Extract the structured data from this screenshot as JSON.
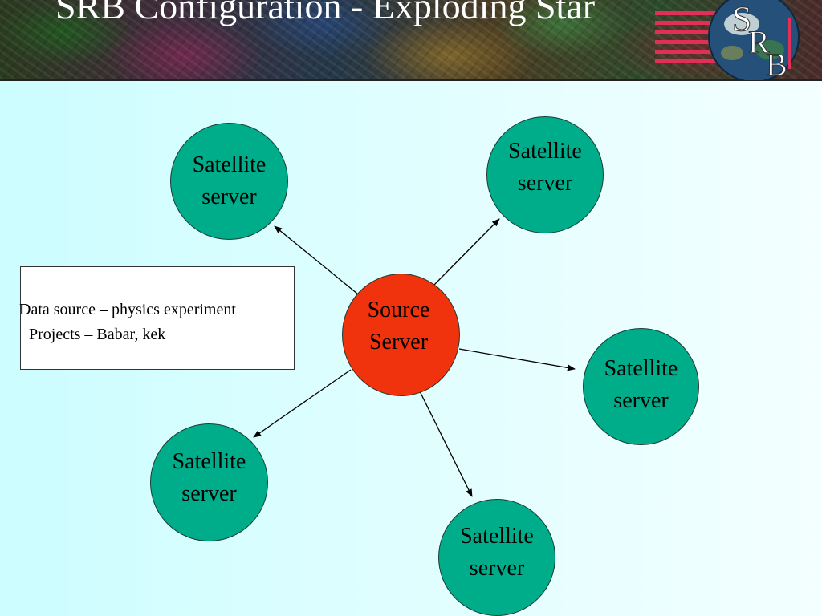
{
  "slide": {
    "title": "SRB Configuration - Exploding Star",
    "logo_letters": [
      "S",
      "R",
      "B"
    ]
  },
  "info_box": {
    "lines": [
      "Data source – physics experiment",
      "Projects – Babar, kek"
    ]
  },
  "source_node": {
    "lines": [
      "Source",
      "Server"
    ],
    "color": "#f0320d"
  },
  "satellite_nodes": [
    {
      "lines": [
        "Satellite",
        "server"
      ]
    },
    {
      "lines": [
        "Satellite",
        "server"
      ]
    },
    {
      "lines": [
        "Satellite",
        "server"
      ]
    },
    {
      "lines": [
        "Satellite",
        "server"
      ]
    },
    {
      "lines": [
        "Satellite",
        "server"
      ]
    }
  ],
  "colors": {
    "satellite": "#00ad8a",
    "source": "#f0320d",
    "background": "#d6feff"
  }
}
